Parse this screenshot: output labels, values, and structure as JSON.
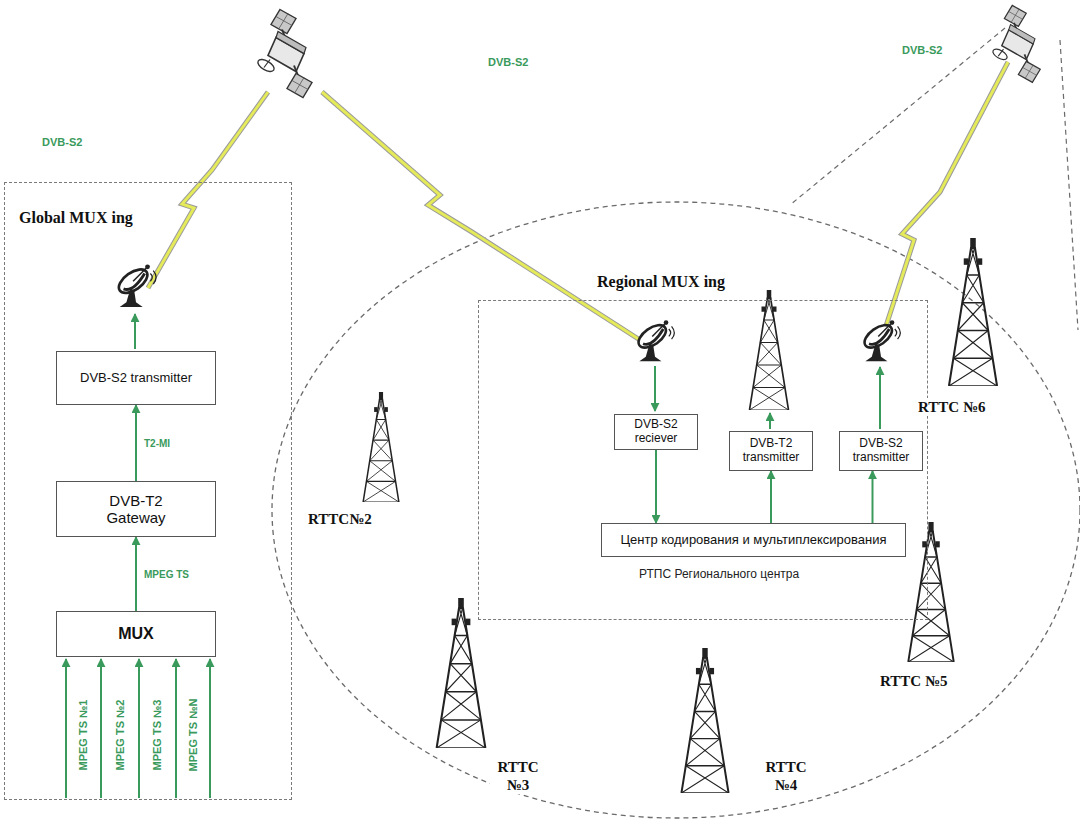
{
  "diagram": {
    "nodes": [
      {
        "text": [
          "Global MUX ing"
        ]
      },
      {
        "text": [
          "DVB-S2 transmitter"
        ],
        "in": 0
      },
      {
        "text": [
          "DVB-T2 Gateway"
        ],
        "in": 0
      },
      {
        "text": [
          "MUX"
        ],
        "in": 0
      },
      {
        "text": [
          "Regional MUX ing",
          "РТПС Регионального центра"
        ]
      },
      {
        "text": [
          "DVB-S2 reciever"
        ],
        "in": 4
      },
      {
        "text": [
          "DVB-T2 transmitter"
        ],
        "in": 4
      },
      {
        "text": [
          "DVB-S2 transmitter"
        ],
        "in": 4
      },
      {
        "text": [
          "Центр кодирования и мультиплексирования"
        ],
        "in": 4
      }
    ],
    "edges": [
      {
        "from": 2,
        "to": 1,
        "arrow": "to",
        "label": "T2-MI"
      },
      {
        "from": 3,
        "to": 2,
        "arrow": "to",
        "label": "MPEG TS"
      },
      {
        "from": 5,
        "to": 8,
        "arrow": "to"
      },
      {
        "from": 8,
        "to": 6,
        "arrow": "to"
      },
      {
        "from": 8,
        "to": 7,
        "arrow": "to"
      }
    ],
    "labels": [
      "DVB-S2",
      "DVB-S2",
      "DVB-S2",
      "MPEG TS №1",
      "MPEG TS №2",
      "MPEG TS №3",
      "MPEG TS №N",
      "RTTC№2",
      "RTTC №3",
      "RTTC №4",
      "RTTC №5",
      "RTTC №6"
    ]
  }
}
